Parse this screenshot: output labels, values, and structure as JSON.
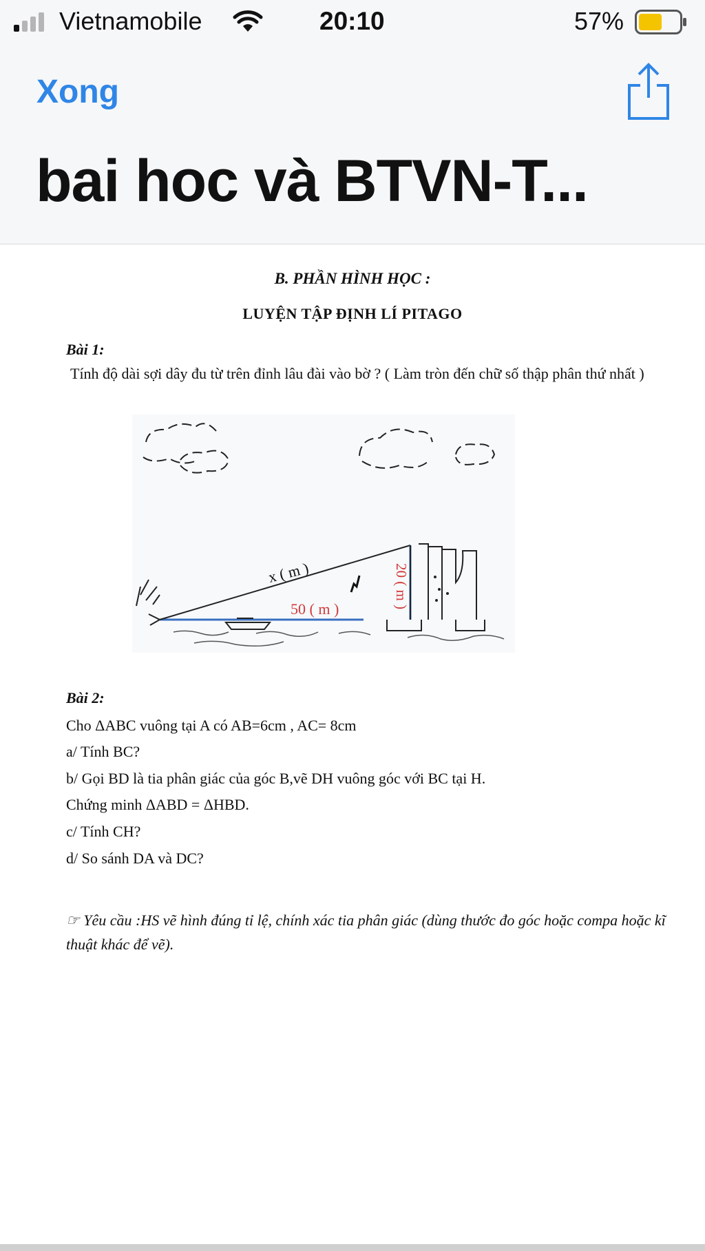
{
  "status_bar": {
    "carrier": "Vietnamobile",
    "time": "20:10",
    "battery_percent": "57%",
    "battery_level": 0.57,
    "signal_bars_active": 1,
    "icons": [
      "signal-icon",
      "wifi-icon",
      "battery-icon"
    ]
  },
  "nav": {
    "done_label": "Xong",
    "share_icon": "share-icon",
    "title": "bai hoc và BTVN-T..."
  },
  "doc": {
    "section_title": "B. PHẦN HÌNH HỌC :",
    "topic_title": "LUYỆN TẬP ĐỊNH LÍ PITAGO",
    "bai1": {
      "heading": "Bài 1:",
      "text": "Tính độ dài sợi dây đu từ trên đỉnh lâu đài vào bờ ? ( Làm tròn đến chữ số thập phân thứ nhất )",
      "figure": {
        "hyp_label": "x ( m )",
        "base_label": "50 ( m )",
        "height_label": "20 ( m )"
      }
    },
    "bai2": {
      "heading": "Bài 2:",
      "lines": [
        "Cho  ΔABC vuông tại A có AB=6cm , AC= 8cm",
        "a/ Tính BC?",
        "b/ Gọi BD là tia phân giác của góc B,vẽ DH  vuông góc với BC tại H.",
        "Chứng minh ΔABD = ΔHBD.",
        "c/ Tính CH?",
        "d/ So sánh DA và DC?"
      ]
    },
    "requirement": {
      "icon": "pointing-hand-icon",
      "glyph": "☞",
      "text": "Yêu cầu :HS vẽ hình đúng tỉ lệ, chính xác tia phân giác (dùng thước đo góc hoặc compa hoặc kĩ thuật khác để vẽ)."
    }
  },
  "colors": {
    "accent": "#2f86e6",
    "battery_fill": "#f5c400",
    "figure_line": "#3a6fbf",
    "figure_label_red": "#d33a3a"
  }
}
